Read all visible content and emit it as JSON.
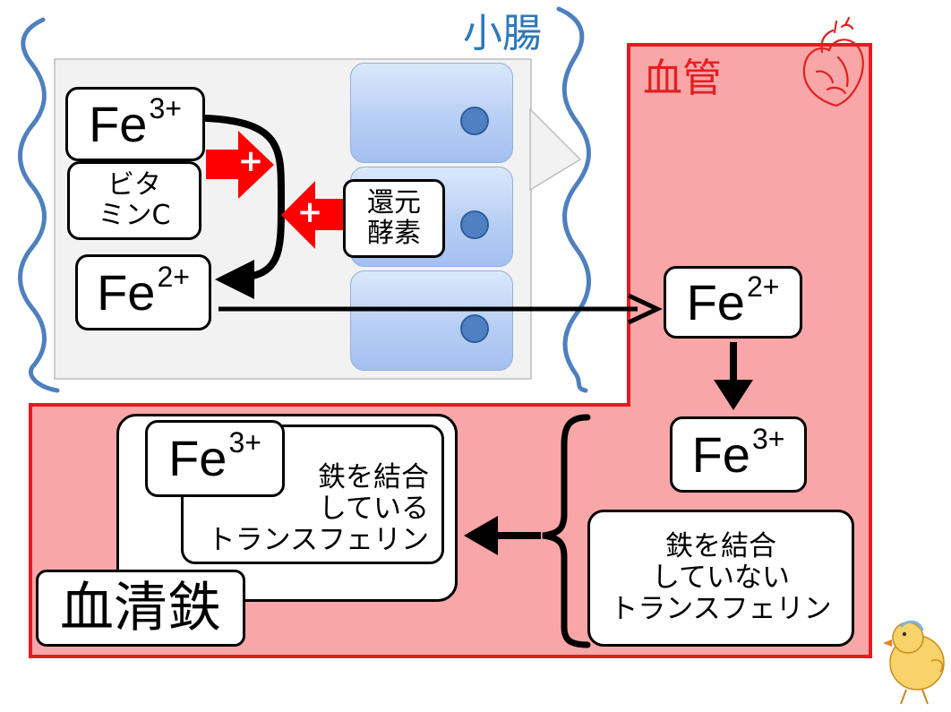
{
  "regions": {
    "intestine_label": "小腸",
    "vessel_label": "血管"
  },
  "intestine": {
    "fe3_ion": {
      "symbol": "Fe",
      "charge": "3+"
    },
    "vitamin_c": "ビタ\nミンC",
    "fe2_ion": {
      "symbol": "Fe",
      "charge": "2+"
    },
    "reductase": "還元\n酵素",
    "promote_sign": "+",
    "cells_count": 3
  },
  "vessel": {
    "fe2_ion": {
      "symbol": "Fe",
      "charge": "2+"
    },
    "fe3_ion": {
      "symbol": "Fe",
      "charge": "3+"
    },
    "unbound_transferrin": "鉄を結合\nしていない\nトランスフェリン"
  },
  "serum": {
    "fe3_ion": {
      "symbol": "Fe",
      "charge": "3+"
    },
    "bound_transferrin": "鉄を結合\nしている\nトランスフェリン",
    "serum_iron_label": "血清鉄"
  },
  "colors": {
    "intestine_brace": "#4f7fbf",
    "intestine_label": "#2e78b7",
    "intestine_panel": "#f2f2f2",
    "vessel_fill": "#f8a6a8",
    "vessel_border": "#e8191f",
    "vessel_label": "#e02020",
    "promote_arrow": "#ff0000",
    "cell": "#b8cff4",
    "nucleus": "#4f80c2"
  },
  "icons": [
    "heart-icon",
    "chick-icon"
  ]
}
